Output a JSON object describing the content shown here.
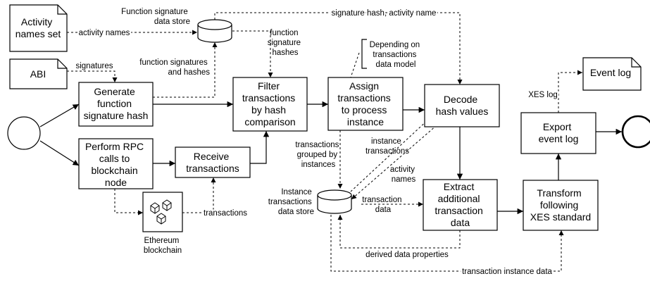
{
  "documents": {
    "activity_names": [
      "Activity",
      "names set"
    ],
    "abi": [
      "ABI"
    ],
    "event_log": [
      "Event log"
    ]
  },
  "tasks": {
    "generate_hash": [
      "Generate",
      "function",
      "signature hash"
    ],
    "perform_rpc": [
      "Perform RPC",
      "calls to",
      "blockchain",
      "node"
    ],
    "receive_tx": [
      "Receive",
      "transactions"
    ],
    "filter_tx": [
      "Filter",
      "transactions",
      "by hash",
      "comparison"
    ],
    "assign_tx": [
      "Assign",
      "transactions",
      "to process",
      "instance"
    ],
    "decode_hash": [
      "Decode",
      "hash values"
    ],
    "extract_data": [
      "Extract",
      "additional",
      "transaction",
      "data"
    ],
    "transform_xes": [
      "Transform",
      "following",
      "XES standard"
    ],
    "export_log": [
      "Export",
      "event log"
    ]
  },
  "stores": {
    "function_signature": [
      "Function signature",
      "data store"
    ],
    "instance_transactions": [
      "Instance",
      "transactions",
      "data store"
    ]
  },
  "blockchain_label": [
    "Ethereum",
    "blockchain"
  ],
  "annotation": [
    "Depending on",
    "transactions",
    "data model"
  ],
  "flow_labels": {
    "activity_names": [
      "activity names"
    ],
    "signatures": [
      "signatures"
    ],
    "function_signatures_hashes": [
      "function signatures",
      "and hashes"
    ],
    "function_signature_hashes": [
      "function",
      "signature",
      "hashes"
    ],
    "signature_hash_activity_name": [
      "signature hash, activity name"
    ],
    "transactions": [
      "transactions"
    ],
    "transactions_grouped": [
      "transactions",
      "grouped by",
      "instances"
    ],
    "instance_transactions": [
      "instance",
      "transactions"
    ],
    "activity_names_2": [
      "activity",
      "names"
    ],
    "transaction_data": [
      "transaction",
      "data"
    ],
    "derived_data_properties": [
      "derived data properties"
    ],
    "transaction_instance_data": [
      "transaction instance data"
    ],
    "xes_log": [
      "XES log"
    ]
  }
}
